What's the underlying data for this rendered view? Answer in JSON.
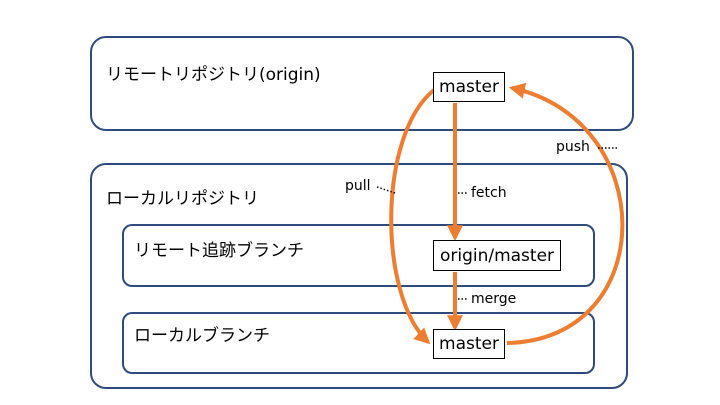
{
  "regions": {
    "remote_repo": "リモートリポジトリ(origin)",
    "local_repo": "ローカルリポジトリ",
    "tracking_branch": "リモート追跡ブランチ",
    "local_branch": "ローカルブランチ"
  },
  "nodes": {
    "remote_master": "master",
    "origin_master": "origin/master",
    "local_master": "master"
  },
  "operations": {
    "push": "push",
    "pull": "pull",
    "fetch": "fetch",
    "merge": "merge"
  },
  "colors": {
    "arrow": "#ed7d31",
    "border": "#2f4b7c",
    "dotted": "#000000"
  }
}
